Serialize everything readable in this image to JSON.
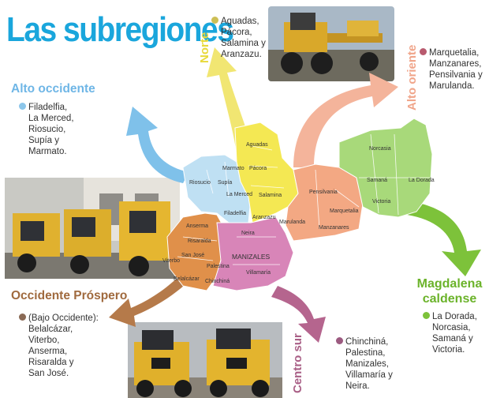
{
  "title": "Las subregiones",
  "colors": {
    "title": "#1aa6dc",
    "norte": "#f3e55a",
    "alto_occidente": "#9fd0ee",
    "alto_oriente": "#f5b79e",
    "magdalena": "#7dc23a",
    "centro_sur": "#b5658e",
    "occidente": "#b57a4a"
  },
  "regions": {
    "norte": {
      "name": "Norte",
      "text": [
        "Aguadas,",
        "Pácora,",
        "Salamina y",
        "Aranzazu."
      ]
    },
    "alto_occidente": {
      "name": "Alto occidente",
      "text": [
        "Filadelfia,",
        "La Merced,",
        "Riosucio,",
        "Supía y",
        "Marmato."
      ]
    },
    "alto_oriente": {
      "name": "Alto oriente",
      "text": [
        "Marquetalia,",
        "Manzanares,",
        "Pensilvania y",
        "Marulanda."
      ]
    },
    "magdalena": {
      "name_line1": "Magdalena",
      "name_line2": "caldense",
      "text": [
        "La Dorada,",
        "Norcasia,",
        "Samaná y",
        "Victoria."
      ]
    },
    "occidente": {
      "name": "Occidente Próspero",
      "text": [
        "(Bajo Occidente):",
        "Belalcázar,",
        "Viterbo,",
        "Anserma,",
        "Risaralda y",
        "San José."
      ]
    },
    "centro_sur": {
      "name": "Centro sur",
      "text": [
        "Chinchiná,",
        "Palestina,",
        "Manizales,",
        "Villamaría y",
        "Neira."
      ]
    }
  },
  "map_labels": {
    "aguadas": "Aguadas",
    "marmato": "Marmato",
    "pacora": "Pácora",
    "riosucio": "Riosucio",
    "supia": "Supía",
    "la_merced": "La Merced",
    "salamina": "Salamina",
    "filadelfia": "Filadelfia",
    "aranzazu": "Aranzazu",
    "anserma": "Anserma",
    "risaralda": "Risaralda",
    "san_jose": "San José",
    "viterbo": "Viterbo",
    "belalcazar": "Belalcázar",
    "neira": "Neira",
    "manizales": "MANIZALES",
    "palestina": "Palestina",
    "villamaria": "Villamaría",
    "chinchina": "Chinchiná",
    "marulanda": "Marulanda",
    "pensilvania": "Pensilvania",
    "manzanares": "Manzanares",
    "marquetalia": "Marquetalia",
    "norcasia": "Norcasia",
    "samana": "Samaná",
    "la_dorada": "La Dorada",
    "victoria": "Victoria"
  }
}
